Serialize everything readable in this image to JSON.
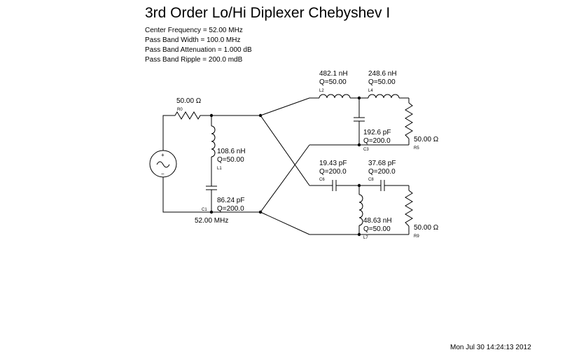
{
  "title": "3rd Order Lo/Hi Diplexer Chebyshev I",
  "specs": [
    "Center Frequency = 52.00 MHz",
    "Pass Band Width = 100.0 MHz",
    "Pass Band Attenuation = 1.000 dB",
    "Pass Band Ripple = 200.0 mdB"
  ],
  "source": {
    "resistance": "50.00 Ω",
    "ref": "R0"
  },
  "common": {
    "L1": {
      "value": "108.6 nH",
      "q": "Q=50.00",
      "ref": "L1"
    },
    "C1": {
      "value": "86.24 pF",
      "q": "Q=200.0",
      "ref": "C1"
    },
    "frequency": "52.00 MHz"
  },
  "lowpass": {
    "L2": {
      "value": "482.1 nH",
      "q": "Q=50.00",
      "ref": "L2"
    },
    "L4": {
      "value": "248.6 nH",
      "q": "Q=50.00",
      "ref": "L4"
    },
    "C3": {
      "value": "192.6 pF",
      "q": "Q=200.0",
      "ref": "C3"
    },
    "R5": {
      "value": "50.00 Ω",
      "ref": "R5"
    }
  },
  "highpass": {
    "C6": {
      "value": "19.43 pF",
      "q": "Q=200.0",
      "ref": "C6"
    },
    "C8": {
      "value": "37.68 pF",
      "q": "Q=200.0",
      "ref": "C8"
    },
    "L7": {
      "value": "48.63 nH",
      "q": "Q=50.00",
      "ref": "L7"
    },
    "R9": {
      "value": "50.00 Ω",
      "ref": "R9"
    }
  },
  "timestamp": "Mon Jul 30 14:24:13 2012"
}
